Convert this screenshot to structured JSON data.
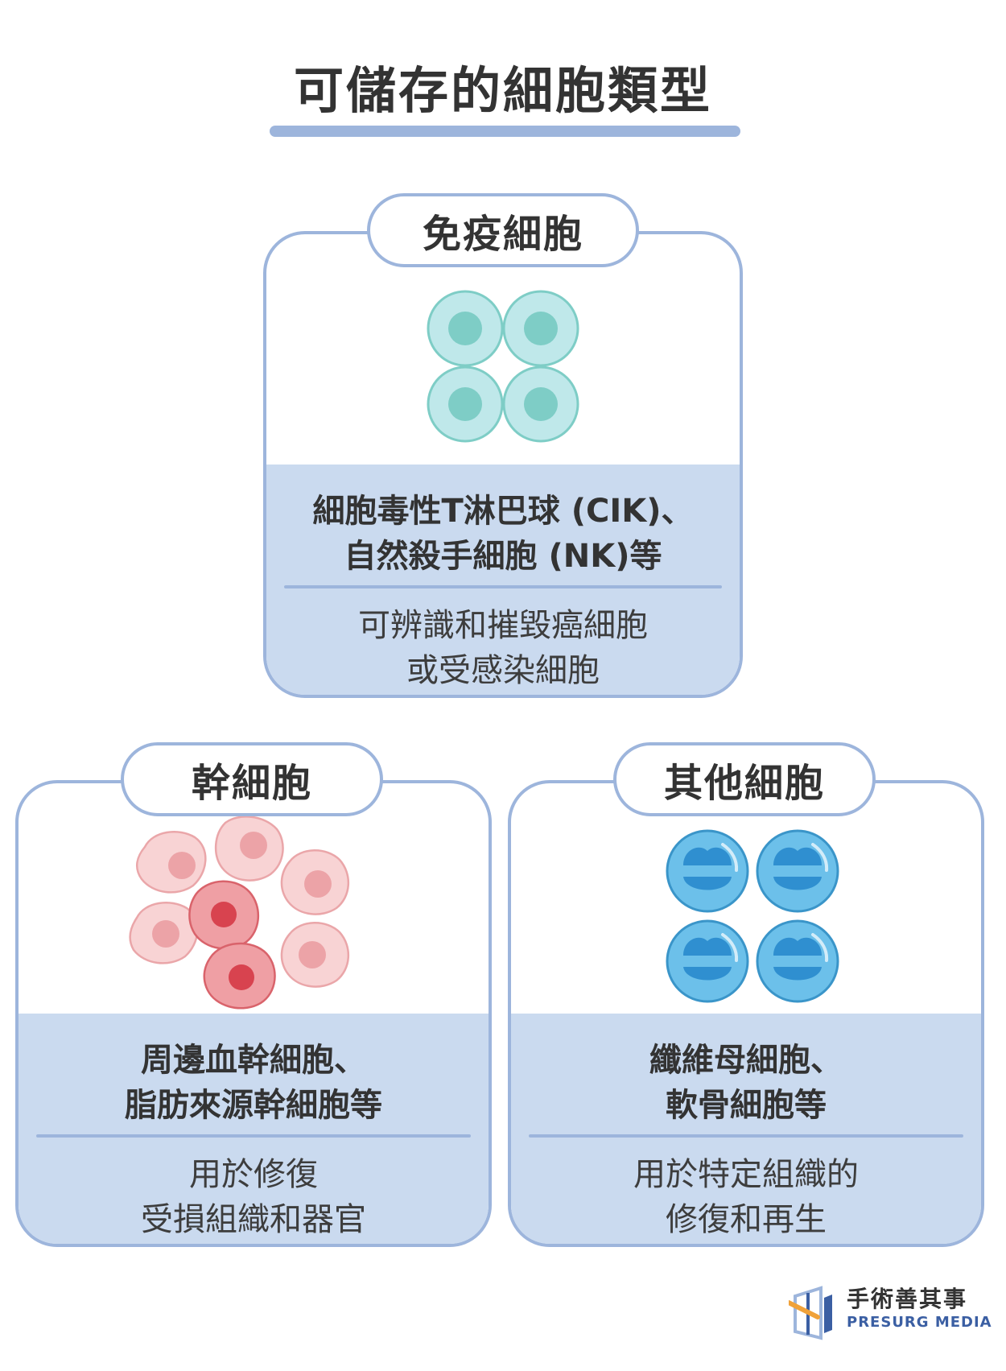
{
  "title": "可儲存的細胞類型",
  "colors": {
    "accent": "#9db5dc",
    "panel": "#cadaef",
    "immune_cell": "#bfe8ea",
    "immune_nucleus": "#7ecdc6",
    "stem_cell": "#f6c6c8",
    "stem_nucleus": "#e8a0a4",
    "other_cell": "#5bb3e4",
    "logo_orange": "#f0a23a",
    "logo_blue": "#3b5fa3"
  },
  "cards": {
    "immune": {
      "label": "免疫細胞",
      "icon": "immune-cells-illustration",
      "main_lines": [
        "細胞毒性T淋巴球 (CIK)、",
        "自然殺手細胞 (NK)等"
      ],
      "sub_lines": [
        "可辨識和摧毀癌細胞",
        "或受感染細胞"
      ]
    },
    "stem": {
      "label": "幹細胞",
      "icon": "stem-cells-illustration",
      "main_lines": [
        "周邊血幹細胞、",
        "脂肪來源幹細胞等"
      ],
      "sub_lines": [
        "用於修復",
        "受損組織和器官"
      ]
    },
    "other": {
      "label": "其他細胞",
      "icon": "other-cells-illustration",
      "main_lines": [
        "纖維母細胞、",
        "軟骨細胞等"
      ],
      "sub_lines": [
        "用於特定組織的",
        "修復和再生"
      ]
    }
  },
  "logo": {
    "name_zh": "手術善其事",
    "name_en": "PRESURG MEDIA",
    "icon": "presurg-logo-icon"
  }
}
